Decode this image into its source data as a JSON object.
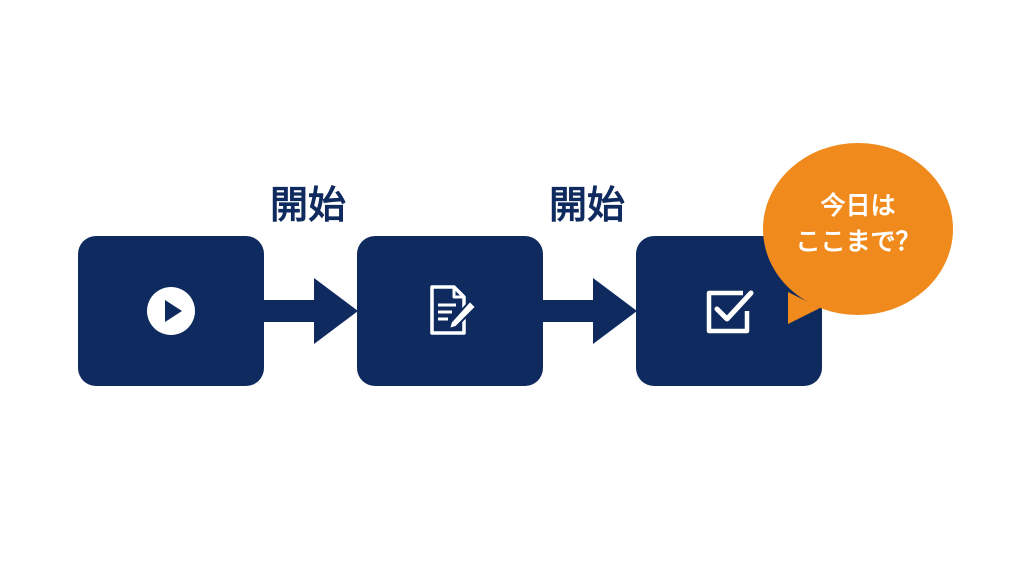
{
  "steps": [
    {
      "icon": "play-icon"
    },
    {
      "icon": "document-edit-icon"
    },
    {
      "icon": "checkbox-icon"
    }
  ],
  "connectors": [
    {
      "label": "開始"
    },
    {
      "label": "開始"
    }
  ],
  "callout": {
    "line1": "今日は",
    "line2": "ここまで？"
  },
  "colors": {
    "box": "#0f2a5f",
    "callout": "#f08a1c",
    "icon": "#ffffff"
  }
}
